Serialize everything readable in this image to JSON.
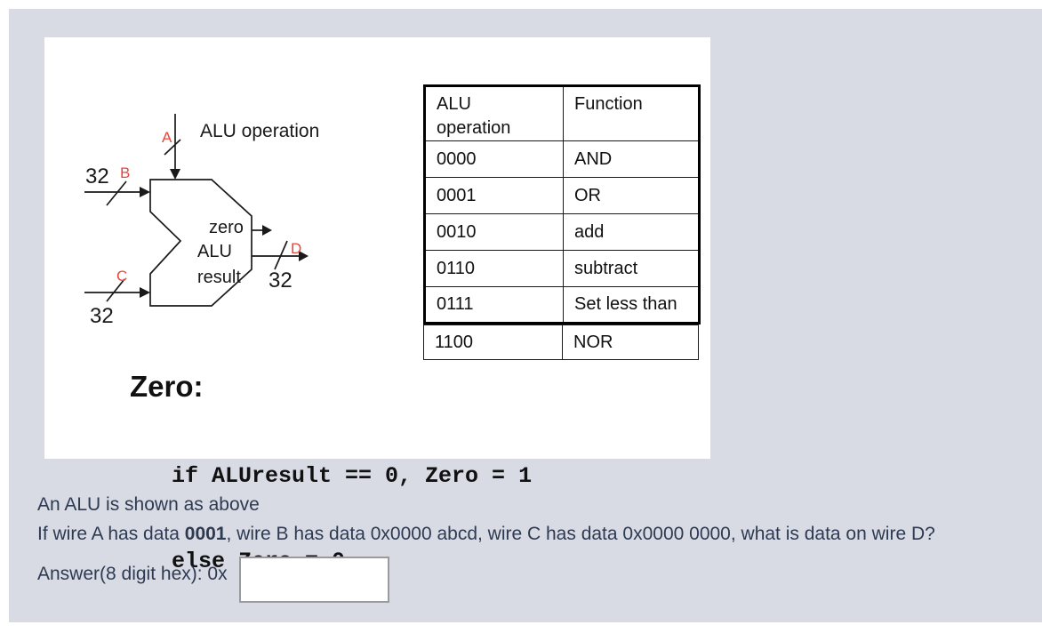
{
  "colors": {
    "panel_bg": "#d8dbe4",
    "figure_bg": "#ffffff",
    "diagram_line": "#1a1a1a",
    "wire_label_red": "#ee4438",
    "question_text": "#2e3a52",
    "input_border": "#9b9b9b"
  },
  "figure": {
    "diagram": {
      "control_label": "ALU operation",
      "zero_label": "zero",
      "result_label_line1": "ALU",
      "result_label_line2": "result",
      "wire_a": "A",
      "wire_b": "B",
      "wire_c": "C",
      "wire_d": "D",
      "width_b": "32",
      "width_c": "32",
      "width_d": "32"
    },
    "table": {
      "headers": [
        "ALU operation",
        "Function"
      ],
      "rows": [
        [
          "0000",
          "AND"
        ],
        [
          "0001",
          "OR"
        ],
        [
          "0010",
          "add"
        ],
        [
          "0110",
          "subtract"
        ],
        [
          "0111",
          "Set less than"
        ],
        [
          "1100",
          "NOR"
        ]
      ]
    },
    "zero_block": {
      "heading": "Zero:",
      "code_lines": [
        "if ALUresult == 0, Zero = 1",
        "else Zero = 0"
      ]
    }
  },
  "question": {
    "line1": "An ALU is shown as above",
    "line2_prefix": "If wire A has data ",
    "line2_bold": "0001",
    "line2_suffix": ", wire B has data 0x0000 abcd, wire C has data 0x0000 0000, what is data on wire D?",
    "answer_label": "Answer(8 digit hex): 0x",
    "answer_value": ""
  }
}
